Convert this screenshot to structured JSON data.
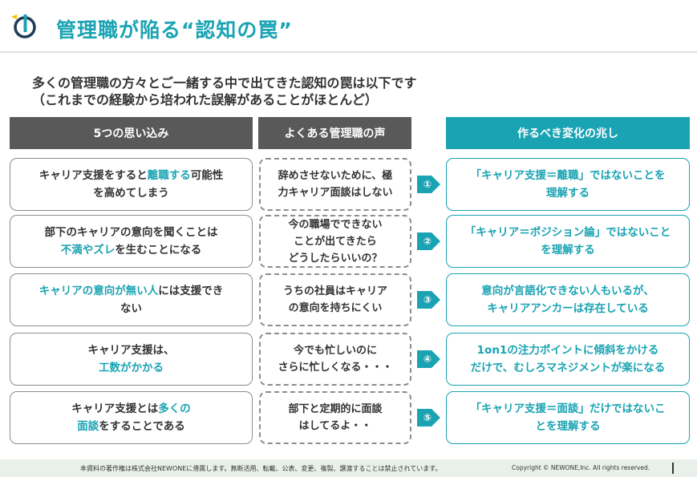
{
  "header": {
    "title": "管理職が陥る“認知の罠”",
    "logo_icon": "newone-logo-icon"
  },
  "intro": {
    "line1": "多くの管理職の方々とご一緒する中で出てきた認知の罠は以下です",
    "line2": "（これまでの経験から培われた誤解があることがほとんど）"
  },
  "columns": {
    "assumptions": "5つの思い込み",
    "voices": "よくある管理職の声",
    "signs": "作るべき変化の兆し"
  },
  "rows": [
    {
      "num": "①",
      "assumption": [
        {
          "t": "キャリア支援をすると"
        },
        {
          "t": "離職する",
          "hl": true
        },
        {
          "t": "可能性"
        },
        {
          "br": true
        },
        {
          "t": "を高めてしまう"
        }
      ],
      "voice": [
        {
          "t": "辞めさせないために、極"
        },
        {
          "br": true
        },
        {
          "t": "力キャリア面談はしない"
        }
      ],
      "sign": [
        {
          "t": "「キャリア支援＝離職」ではないことを"
        },
        {
          "br": true
        },
        {
          "t": "理解する"
        }
      ]
    },
    {
      "num": "②",
      "assumption": [
        {
          "t": "部下のキャリアの意向を聞くことは"
        },
        {
          "br": true
        },
        {
          "t": "不満やズレ",
          "hl": true
        },
        {
          "t": "を生むことになる"
        }
      ],
      "voice": [
        {
          "t": "今の職場でできない"
        },
        {
          "br": true
        },
        {
          "t": "ことが出てきたら"
        },
        {
          "br": true
        },
        {
          "t": "どうしたらいいの？"
        }
      ],
      "sign": [
        {
          "t": "「キャリア＝ポジション論」ではないこと"
        },
        {
          "br": true
        },
        {
          "t": "を理解する"
        }
      ]
    },
    {
      "num": "③",
      "assumption": [
        {
          "t": "キャリアの意向が無い人",
          "hl": true
        },
        {
          "t": "には支援でき"
        },
        {
          "br": true
        },
        {
          "t": "ない"
        }
      ],
      "voice": [
        {
          "t": "うちの社員はキャリア"
        },
        {
          "br": true
        },
        {
          "t": "の意向を持ちにくい"
        }
      ],
      "sign": [
        {
          "t": "意向が言語化できない人もいるが、"
        },
        {
          "br": true
        },
        {
          "t": "キャリアアンカーは存在している"
        }
      ]
    },
    {
      "num": "④",
      "assumption": [
        {
          "t": "キャリア支援は、"
        },
        {
          "br": true
        },
        {
          "t": "工数がかかる",
          "hl": true
        }
      ],
      "voice": [
        {
          "t": "今でも忙しいのに"
        },
        {
          "br": true
        },
        {
          "t": "さらに忙しくなる・・・"
        }
      ],
      "sign": [
        {
          "t": "1on1の注力ポイントに傾斜をかける"
        },
        {
          "br": true
        },
        {
          "t": "だけで、むしろマネジメントが楽になる"
        }
      ]
    },
    {
      "num": "⑤",
      "assumption": [
        {
          "t": "キャリア支援とは"
        },
        {
          "t": "多くの",
          "hl": true
        },
        {
          "br": true
        },
        {
          "t": "面談",
          "hl": true
        },
        {
          "t": "をすることである"
        }
      ],
      "voice": [
        {
          "t": "部下と定期的に面談"
        },
        {
          "br": true
        },
        {
          "t": "はしてるよ・・"
        }
      ],
      "sign": [
        {
          "t": "「キャリア支援＝面談」だけではないこ"
        },
        {
          "br": true
        },
        {
          "t": "とを理解する"
        }
      ]
    }
  ],
  "footer": {
    "notice": "本資料の著作権は株式会社NEWONEに帰属します。無断活用、転載、公表、変更、複製、譲渡することは禁止されています。",
    "copyright": "Copyright © NEWONE,Inc.  All rights reserved."
  },
  "colors": {
    "accent": "#1aa3b3",
    "dark_header": "#595959",
    "border_gray": "#8c8c8c"
  }
}
